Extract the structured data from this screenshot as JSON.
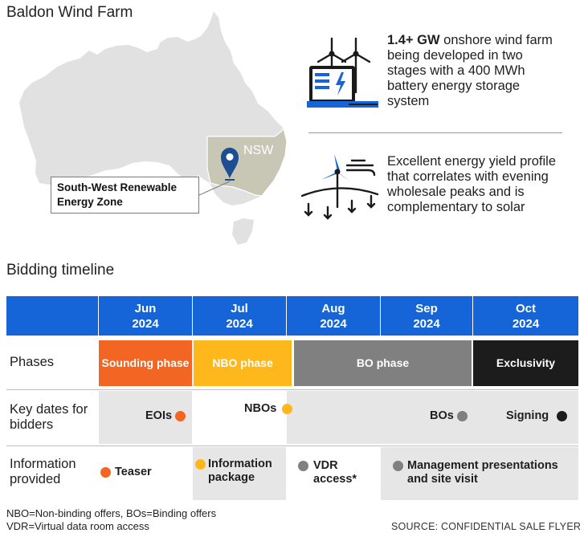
{
  "title": "Baldon Wind Farm",
  "map": {
    "state_label": "NSW",
    "callout": "South-West Renewable Energy Zone",
    "colors": {
      "land": "#e1e1e1",
      "nsw": "#c8c7b6",
      "pin": "#1d4e91"
    }
  },
  "facts": [
    {
      "icon": "wind-turbine-battery-icon",
      "bold": "1.4+ GW",
      "text": " onshore wind farm being developed in two stages with a 400 MWh battery energy storage system"
    },
    {
      "icon": "wind-yield-icon",
      "bold": "",
      "text": "Excellent energy yield profile that correlates with evening wholesale peaks and is complementary to solar"
    }
  ],
  "timeline": {
    "heading": "Bidding timeline",
    "months": [
      {
        "month": "Jun",
        "year": "2024"
      },
      {
        "month": "Jul",
        "year": "2024"
      },
      {
        "month": "Aug",
        "year": "2024"
      },
      {
        "month": "Sep",
        "year": "2024"
      },
      {
        "month": "Oct",
        "year": "2024"
      }
    ],
    "row_labels": {
      "phases": "Phases",
      "key_dates": "Key dates for bidders",
      "info": "Information provided"
    },
    "phases": [
      {
        "label": "Sounding phase",
        "color": "#f26522"
      },
      {
        "label": "NBO phase",
        "color": "#ffb81c"
      },
      {
        "label": "BO phase",
        "color": "#808080"
      },
      {
        "label": "Exclusivity",
        "color": "#1c1c1c"
      }
    ],
    "key_dates": [
      {
        "label": "EOIs",
        "dot_color": "#f26522"
      },
      {
        "label": "NBOs",
        "dot_color": "#ffb81c"
      },
      {
        "label": "BOs",
        "dot_color": "#808080"
      },
      {
        "label": "Signing",
        "dot_color": "#1c1c1c"
      }
    ],
    "info": [
      {
        "label": "Teaser",
        "dot_color": "#f26522"
      },
      {
        "label": "Information package",
        "dot_color": "#ffb81c"
      },
      {
        "label": "VDR access*",
        "dot_color": "#808080"
      },
      {
        "label": "Management presentations and site visit",
        "dot_color": "#808080"
      }
    ],
    "header_color": "#1565d8"
  },
  "footnotes": [
    "NBO=Non-binding offers, BOs=Binding offers",
    "VDR=Virtual data room access"
  ],
  "source": "SOURCE: CONFIDENTIAL SALE FLYER"
}
